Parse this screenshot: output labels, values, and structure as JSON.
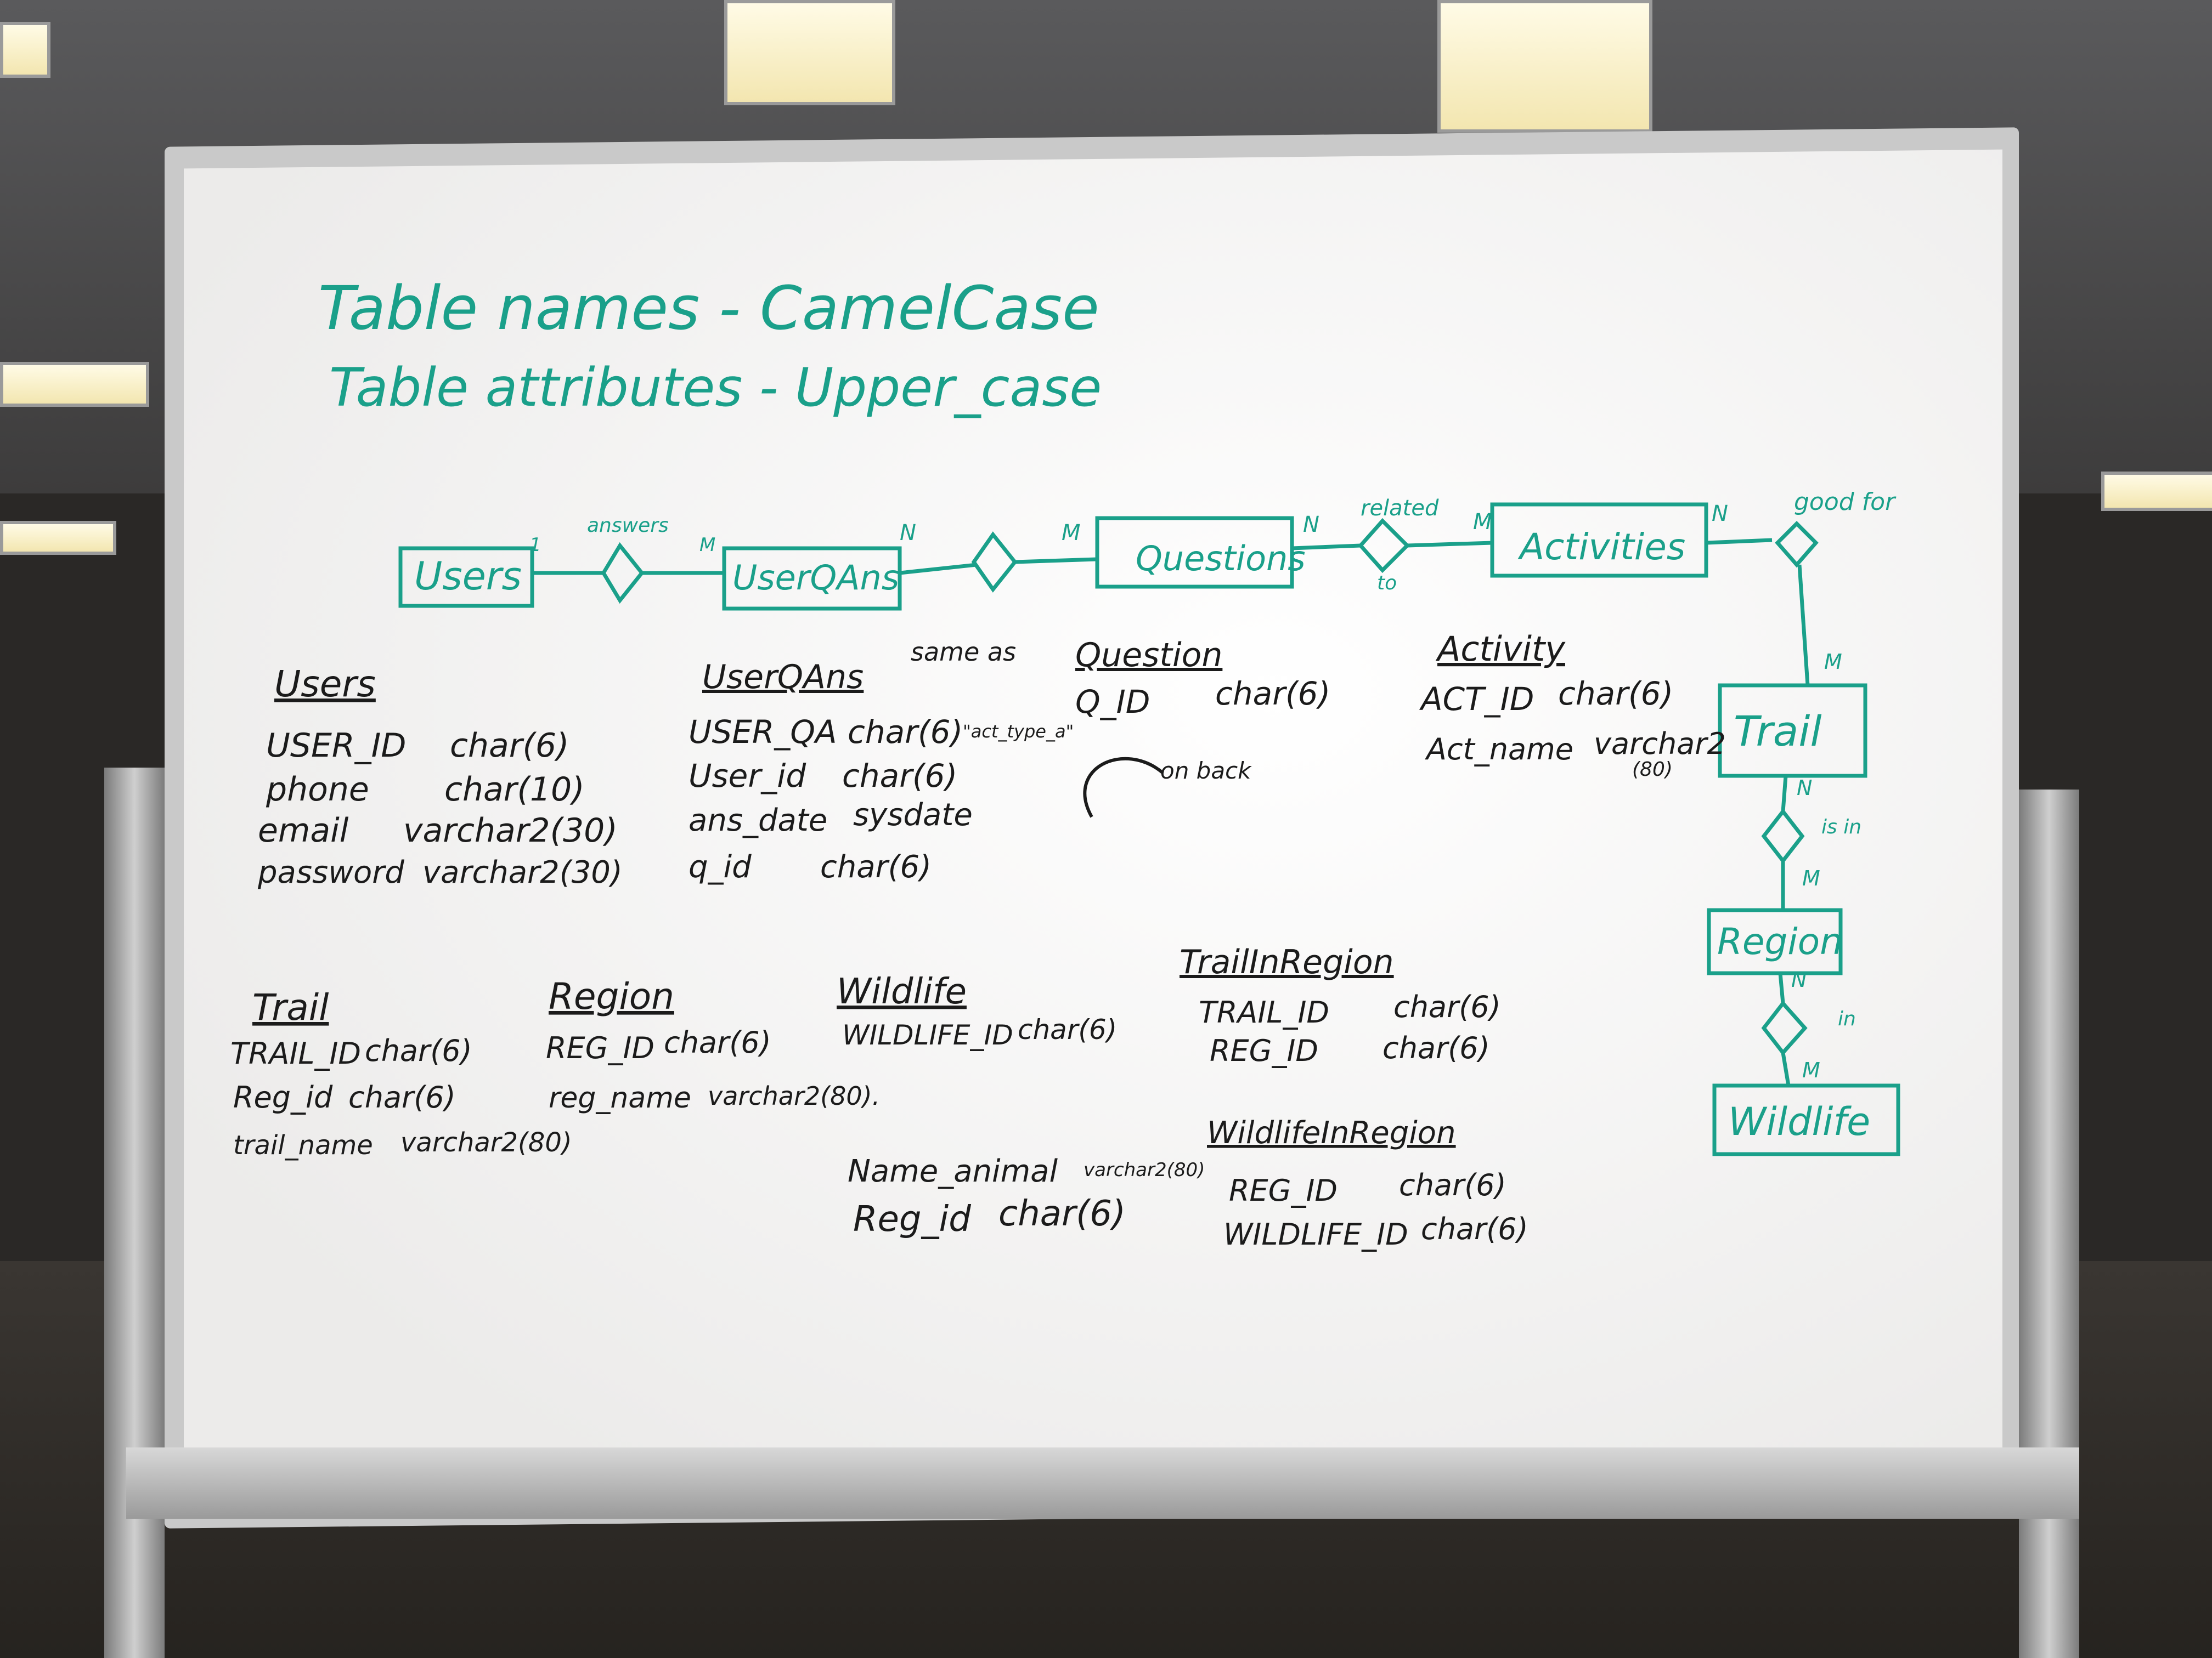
{
  "board": {
    "title_line_1": "Table names - CamelCase",
    "title_line_2": "Table attributes - Upper_case"
  },
  "er": {
    "entities": {
      "users": "Users",
      "userqans": "UserQAns",
      "questions": "Questions",
      "activities": "Activities",
      "trail": "Trail",
      "region": "Region",
      "wildlife": "Wildlife"
    },
    "relations": {
      "answers": "answers",
      "related": "related",
      "to": "to",
      "good_for": "good for",
      "is_in": "is in",
      "in": "in"
    },
    "cardinality": {
      "users_one": "1",
      "userqans_m": "M",
      "userqans_n": "N",
      "questions_m": "M",
      "questions_n": "N",
      "activities_m": "M",
      "activities_n": "N",
      "trail_m": "M",
      "trail_n": "N",
      "region_m": "M",
      "region_n": "N",
      "wildlife_m": "M"
    }
  },
  "tables": {
    "users": {
      "heading": "Users",
      "rows": [
        [
          "USER_ID",
          "char(6)"
        ],
        [
          "phone",
          "char(10)"
        ],
        [
          "email",
          "varchar2(30)"
        ],
        [
          "password",
          "varchar2(30)"
        ]
      ]
    },
    "userqans": {
      "heading": "UserQAns",
      "rows": [
        [
          "USER_QA",
          "char(6)"
        ],
        [
          "User_id",
          "char(6)"
        ],
        [
          "ans_date",
          "sysdate"
        ],
        [
          "q_id",
          "char(6)"
        ]
      ],
      "note": "\"act_type_a\"",
      "same_as": "same as"
    },
    "question": {
      "heading": "Question",
      "rows": [
        [
          "Q_ID",
          "char(6)"
        ]
      ],
      "note": "on back"
    },
    "activity": {
      "heading": "Activity",
      "rows": [
        [
          "ACT_ID",
          "char(6)"
        ],
        [
          "Act_name",
          "varchar2"
        ]
      ],
      "size_note": "(80)"
    },
    "trail": {
      "heading": "Trail",
      "rows": [
        [
          "TRAIL_ID",
          "char(6)"
        ],
        [
          "Reg_id",
          "char(6)"
        ],
        [
          "trail_name",
          "varchar2(80)"
        ]
      ]
    },
    "region": {
      "heading": "Region",
      "rows": [
        [
          "REG_ID",
          "char(6)"
        ],
        [
          "reg_name",
          "varchar2(80)."
        ]
      ]
    },
    "wildlife": {
      "heading": "Wildlife",
      "rows": [
        [
          "WILDLIFE_ID",
          "char(6)"
        ],
        [
          "Name_animal",
          "varchar2(80)"
        ],
        [
          "Reg_id",
          "char(6)"
        ]
      ]
    },
    "trailinregion": {
      "heading": "TrailInRegion",
      "rows": [
        [
          "TRAIL_ID",
          "char(6)"
        ],
        [
          "REG_ID",
          "char(6)"
        ]
      ]
    },
    "wildlifeinregion": {
      "heading": "WildlifeInRegion",
      "rows": [
        [
          "REG_ID",
          "char(6)"
        ],
        [
          "WILDLIFE_ID",
          "char(6)"
        ]
      ]
    }
  },
  "colors": {
    "teal_marker": "#1aa08a",
    "black_marker": "#1b1b1b"
  }
}
